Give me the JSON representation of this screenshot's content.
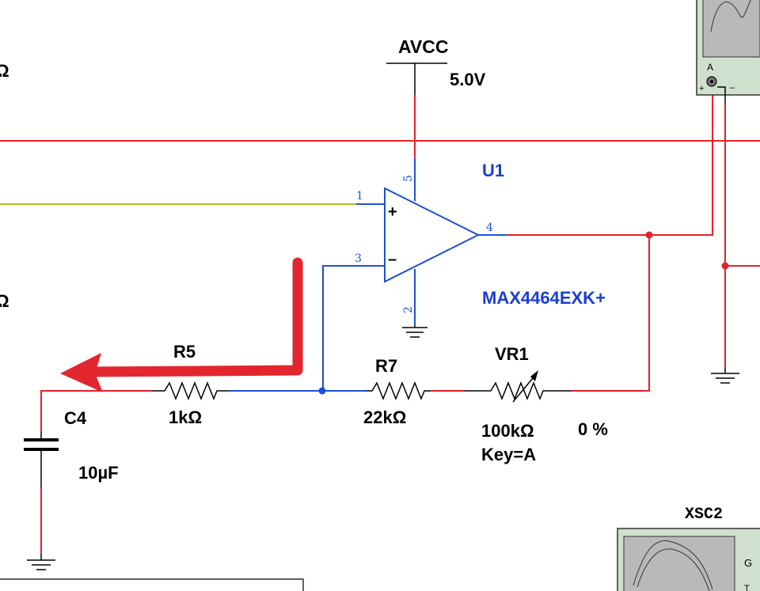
{
  "colors": {
    "wire_red": "#e8202a",
    "wire_blue": "#1f4fd6",
    "wire_yellow": "#b8b81e",
    "component": "#000000",
    "label_blue": "#1a3fd0",
    "annotation_arrow": "#e3262e",
    "scope_panel": "#cfe0cf"
  },
  "labels": {
    "left_edge_top": "Ω",
    "left_edge_bottom": "Ω",
    "power": {
      "name": "AVCC",
      "value": "5.0V"
    },
    "opamp": {
      "ref": "U1",
      "part": "MAX4464EXK+"
    },
    "r5": {
      "ref": "R5",
      "value": "1kΩ"
    },
    "r7": {
      "ref": "R7",
      "value": "22kΩ"
    },
    "vr1": {
      "ref": "VR1",
      "value": "100kΩ",
      "percent": "0 %",
      "key": "Key=A"
    },
    "c4": {
      "ref": "C4",
      "value": "10µF"
    },
    "scope1": {
      "channel": "A",
      "plus": "+",
      "minus": "–"
    },
    "scope2": {
      "ref": "XSC2",
      "g": "G",
      "t": "T"
    }
  },
  "opamp_pins": {
    "in_plus": "1",
    "in_minus": "3",
    "out": "4",
    "vcc": "5",
    "gnd": "2"
  },
  "symbols": {
    "plus": "+",
    "minus": "–"
  }
}
